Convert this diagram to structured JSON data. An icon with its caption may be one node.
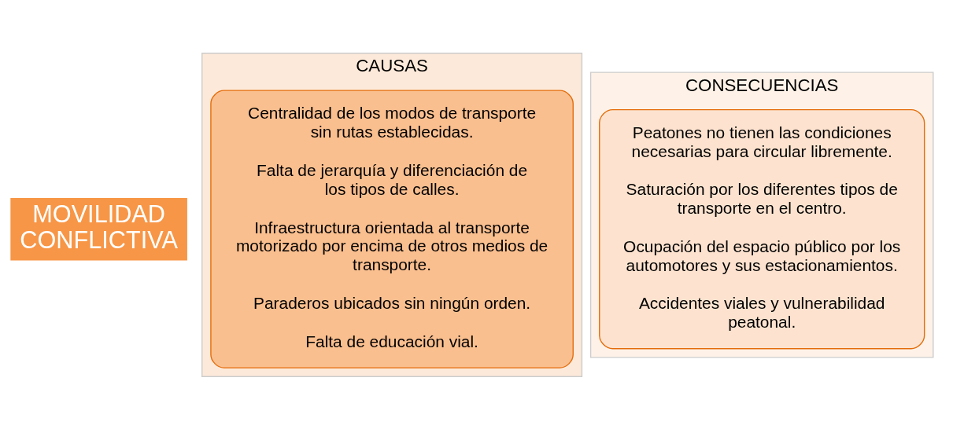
{
  "diagram": {
    "nodes": [
      {
        "text": [
          "MOVILIDAD CONFLICTIVA"
        ]
      },
      {
        "text": [
          "CAUSAS"
        ]
      },
      {
        "text": [
          "Centralidad de los modos de transporte sin rutas establecidas.",
          "Falta de jerarquía y diferenciación de los tipos de calles.",
          "Infraestructura orientada al transporte motorizado por encima de otros medios de transporte.",
          "Paraderos ubicados sin ningún orden.",
          "Falta de educación vial."
        ],
        "in": 1
      },
      {
        "text": [
          "CONSECUENCIAS"
        ]
      },
      {
        "text": [
          "Peatones no tienen las condiciones necesarias para circular libremente.",
          "Saturación por los diferentes tipos de transporte en el centro.",
          "Ocupación del espacio público por los automotores y sus estacionamientos.",
          "Accidentes viales y vulnerabilidad peatonal."
        ],
        "in": 3
      }
    ]
  }
}
